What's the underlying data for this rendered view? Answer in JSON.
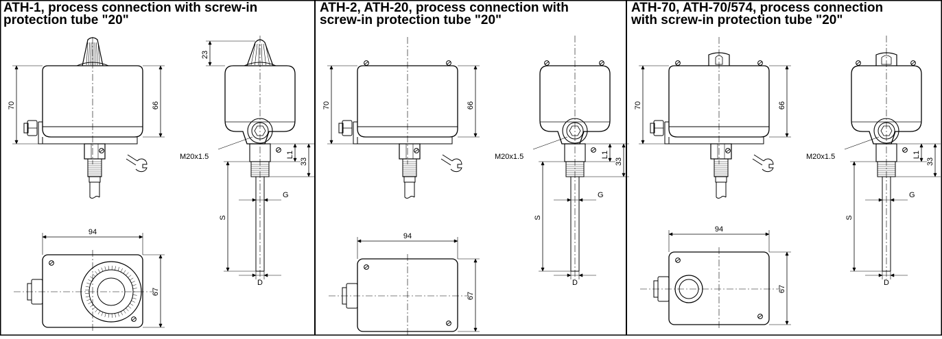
{
  "panels": [
    {
      "title_line1": "ATH-1, process connection with screw-in",
      "title_line2": "protection tube \"20\"",
      "dims": {
        "top_height": "23",
        "total_height": "70",
        "body_height": "66",
        "thread": "M20x1.5",
        "l1": "L1",
        "conn_height": "33",
        "s": "S",
        "g": "G",
        "d": "D",
        "width": "94",
        "depth": "67"
      },
      "variant": "dial"
    },
    {
      "title_line1": "ATH-2, ATH-20, process connection with",
      "title_line2": "screw-in protection tube \"20\"",
      "dims": {
        "total_height": "70",
        "body_height": "66",
        "thread": "M20x1.5",
        "l1": "L1",
        "conn_height": "33",
        "s": "S",
        "g": "G",
        "d": "D",
        "width": "94",
        "depth": "67"
      },
      "variant": "plain"
    },
    {
      "title_line1": "ATH-70, ATH-70/574, process connection",
      "title_line2": "with screw-in protection tube \"20\"",
      "dims": {
        "total_height": "70",
        "body_height": "66",
        "thread": "M20x1.5",
        "l1": "L1",
        "conn_height": "33",
        "s": "S",
        "g": "G",
        "d": "D",
        "width": "94",
        "depth": "67"
      },
      "variant": "knob"
    }
  ],
  "icons": [
    "wrench-icon"
  ]
}
